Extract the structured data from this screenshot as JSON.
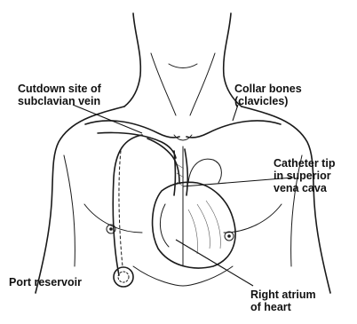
{
  "labels": {
    "cutdown_line1": "Cutdown site of",
    "cutdown_line2": "subclavian vein",
    "collar_line1": "Collar bones",
    "collar_line2": "(clavicles)",
    "catheter_line1": "Catheter tip",
    "catheter_line2": "in superior",
    "catheter_line3": "vena cava",
    "port_reservoir": "Port reservoir",
    "atrium_line1": "Right atrium",
    "atrium_line2": "of heart"
  }
}
